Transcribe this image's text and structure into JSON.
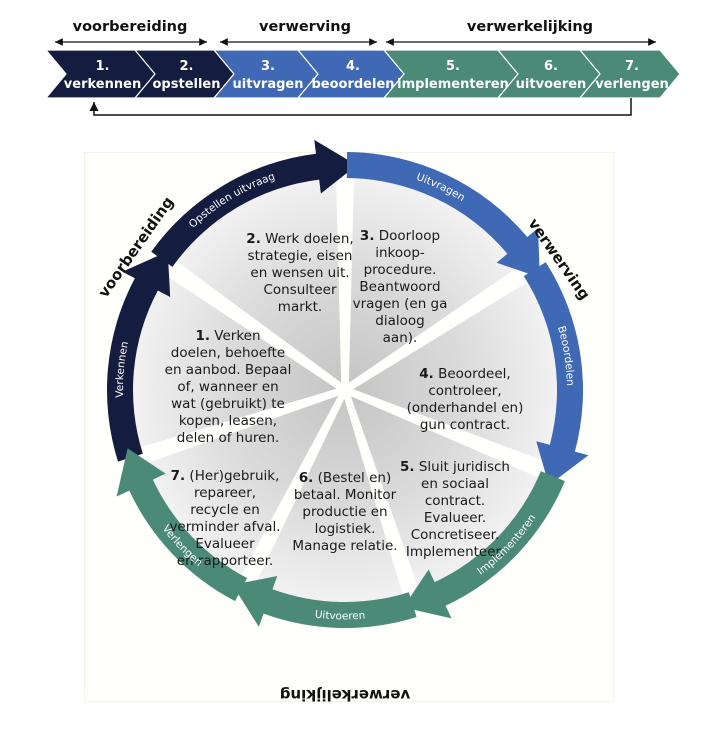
{
  "colors": {
    "voorbereiding": "#141c3f",
    "verwerving": "#3f68b5",
    "verwerkelijking": "#4a8a76",
    "segment_light": "#f2f2f2",
    "segment_dark": "#c9c9c9"
  },
  "top_bar": {
    "phases": [
      {
        "key": "voorbereiding",
        "label": "voorbereiding"
      },
      {
        "key": "verwerving",
        "label": "verwerving"
      },
      {
        "key": "verwerkelijking",
        "label": "verwerkelijking"
      }
    ],
    "steps": [
      {
        "number": "1.",
        "label": "verkennen",
        "phase": "voorbereiding"
      },
      {
        "number": "2.",
        "label": "opstellen",
        "phase": "voorbereiding"
      },
      {
        "number": "3.",
        "label": "uitvragen",
        "phase": "verwerving"
      },
      {
        "number": "4.",
        "label": "beoordelen",
        "phase": "verwerving"
      },
      {
        "number": "5.",
        "label": "implementeren",
        "phase": "verwerkelijking"
      },
      {
        "number": "6.",
        "label": "uitvoeren",
        "phase": "verwerkelijking"
      },
      {
        "number": "7.",
        "label": "verlengen",
        "phase": "verwerkelijking"
      }
    ],
    "feedback_arrow": {
      "from": "7. verlengen",
      "to": "1. verkennen"
    }
  },
  "wheel": {
    "phase_labels": [
      {
        "key": "voorbereiding",
        "label": "voorbereiding"
      },
      {
        "key": "verwerving",
        "label": "verwerving"
      },
      {
        "key": "verwerkelijking",
        "label": "verwerkelijking"
      }
    ],
    "segments": [
      {
        "number": "1.",
        "band_label": "Verkennen",
        "phase": "voorbereiding",
        "lines": [
          "Verken",
          "doelen, behoefte",
          "en aanbod. Bepaal",
          "of, wanneer en",
          "wat (gebruikt) te",
          "kopen, leasen,",
          "delen of huren."
        ]
      },
      {
        "number": "2.",
        "band_label": "Opstellen uitvraag",
        "phase": "voorbereiding",
        "lines": [
          "Werk doelen,",
          "strategie, eisen",
          "en wensen uit.",
          "Consulteer",
          "markt."
        ]
      },
      {
        "number": "3.",
        "band_label": "Uitvragen",
        "phase": "verwerving",
        "lines": [
          "Doorloop",
          "inkoop-",
          "procedure.",
          "Beantwoord",
          "vragen (en ga",
          "dialoog",
          "aan)."
        ]
      },
      {
        "number": "4.",
        "band_label": "Beoordelen",
        "phase": "verwerving",
        "lines": [
          "Beoordeel,",
          "controleer,",
          "(onderhandel en)",
          "gun contract."
        ]
      },
      {
        "number": "5.",
        "band_label": "Implementeren",
        "phase": "verwerkelijking",
        "lines": [
          "Sluit juridisch",
          "en sociaal",
          "contract.",
          "Evalueer.",
          "Concretiseer.",
          "Implementeer."
        ]
      },
      {
        "number": "6.",
        "band_label": "Uitvoeren",
        "phase": "verwerkelijking",
        "lines": [
          "(Bestel en)",
          "betaal. Monitor",
          "productie en",
          "logistiek.",
          "Manage relatie."
        ]
      },
      {
        "number": "7.",
        "band_label": "Verlengen",
        "phase": "verwerkelijking",
        "lines": [
          "(Her)gebruik,",
          "repareer,",
          "recycle en",
          "verminder afval.",
          "Evalueer",
          "en rapporteer."
        ]
      }
    ]
  }
}
